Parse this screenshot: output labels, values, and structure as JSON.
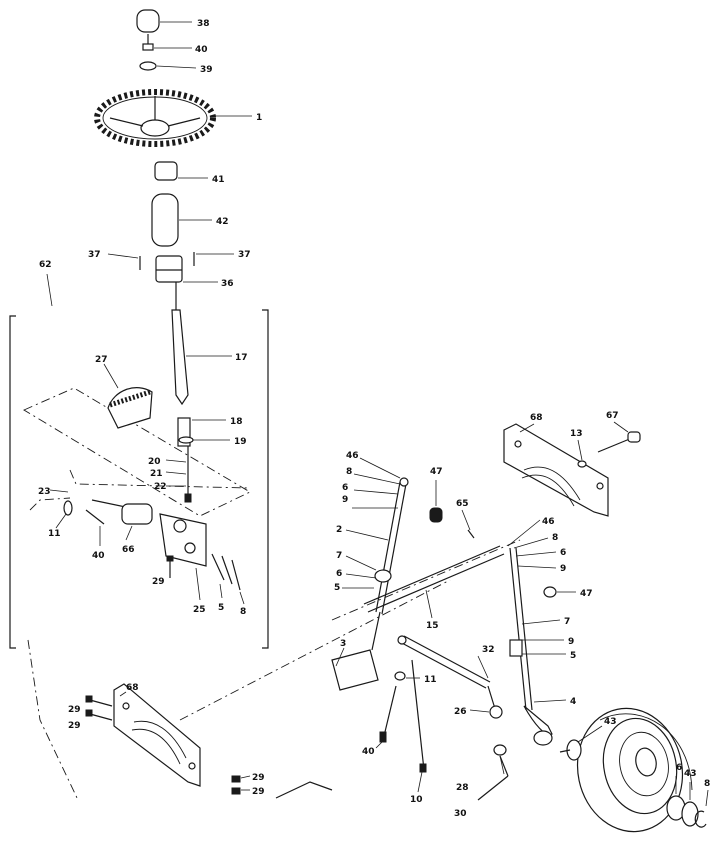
{
  "callouts": [
    {
      "id": "c-38",
      "text": "38"
    },
    {
      "id": "c-40a",
      "text": "40"
    },
    {
      "id": "c-39",
      "text": "39"
    },
    {
      "id": "c-1",
      "text": "1"
    },
    {
      "id": "c-41",
      "text": "41"
    },
    {
      "id": "c-42",
      "text": "42"
    },
    {
      "id": "c-37a",
      "text": "37"
    },
    {
      "id": "c-37b",
      "text": "37"
    },
    {
      "id": "c-36",
      "text": "36"
    },
    {
      "id": "c-62",
      "text": "62"
    },
    {
      "id": "c-17",
      "text": "17"
    },
    {
      "id": "c-27",
      "text": "27"
    },
    {
      "id": "c-18",
      "text": "18"
    },
    {
      "id": "c-19",
      "text": "19"
    },
    {
      "id": "c-20",
      "text": "20"
    },
    {
      "id": "c-21",
      "text": "21"
    },
    {
      "id": "c-22",
      "text": "22"
    },
    {
      "id": "c-23",
      "text": "23"
    },
    {
      "id": "c-11a",
      "text": "11"
    },
    {
      "id": "c-40b",
      "text": "40"
    },
    {
      "id": "c-66",
      "text": "66"
    },
    {
      "id": "c-29a",
      "text": "29"
    },
    {
      "id": "c-25",
      "text": "25"
    },
    {
      "id": "c-5a",
      "text": "5"
    },
    {
      "id": "c-8a",
      "text": "8"
    },
    {
      "id": "c-46a",
      "text": "46"
    },
    {
      "id": "c-8b",
      "text": "8"
    },
    {
      "id": "c-6a",
      "text": "6"
    },
    {
      "id": "c-9a",
      "text": "9"
    },
    {
      "id": "c-47a",
      "text": "47"
    },
    {
      "id": "c-2",
      "text": "2"
    },
    {
      "id": "c-7a",
      "text": "7"
    },
    {
      "id": "c-6b",
      "text": "6"
    },
    {
      "id": "c-5b",
      "text": "5"
    },
    {
      "id": "c-65",
      "text": "65"
    },
    {
      "id": "c-15",
      "text": "15"
    },
    {
      "id": "c-68a",
      "text": "68"
    },
    {
      "id": "c-67",
      "text": "67"
    },
    {
      "id": "c-13",
      "text": "13"
    },
    {
      "id": "c-46b",
      "text": "46"
    },
    {
      "id": "c-8c",
      "text": "8"
    },
    {
      "id": "c-6c",
      "text": "6"
    },
    {
      "id": "c-9b",
      "text": "9"
    },
    {
      "id": "c-47b",
      "text": "47"
    },
    {
      "id": "c-7b",
      "text": "7"
    },
    {
      "id": "c-9c",
      "text": "9"
    },
    {
      "id": "c-5c",
      "text": "5"
    },
    {
      "id": "c-3",
      "text": "3"
    },
    {
      "id": "c-32",
      "text": "32"
    },
    {
      "id": "c-11b",
      "text": "11"
    },
    {
      "id": "c-4",
      "text": "4"
    },
    {
      "id": "c-26",
      "text": "26"
    },
    {
      "id": "c-40c",
      "text": "40"
    },
    {
      "id": "c-68b",
      "text": "68"
    },
    {
      "id": "c-29b",
      "text": "29"
    },
    {
      "id": "c-29c",
      "text": "29"
    },
    {
      "id": "c-29d",
      "text": "29"
    },
    {
      "id": "c-29e",
      "text": "29"
    },
    {
      "id": "c-10",
      "text": "10"
    },
    {
      "id": "c-28",
      "text": "28"
    },
    {
      "id": "c-30",
      "text": "30"
    },
    {
      "id": "c-43a",
      "text": "43"
    },
    {
      "id": "c-6d",
      "text": "6"
    },
    {
      "id": "c-43b",
      "text": "43"
    },
    {
      "id": "c-8d",
      "text": "8"
    }
  ]
}
